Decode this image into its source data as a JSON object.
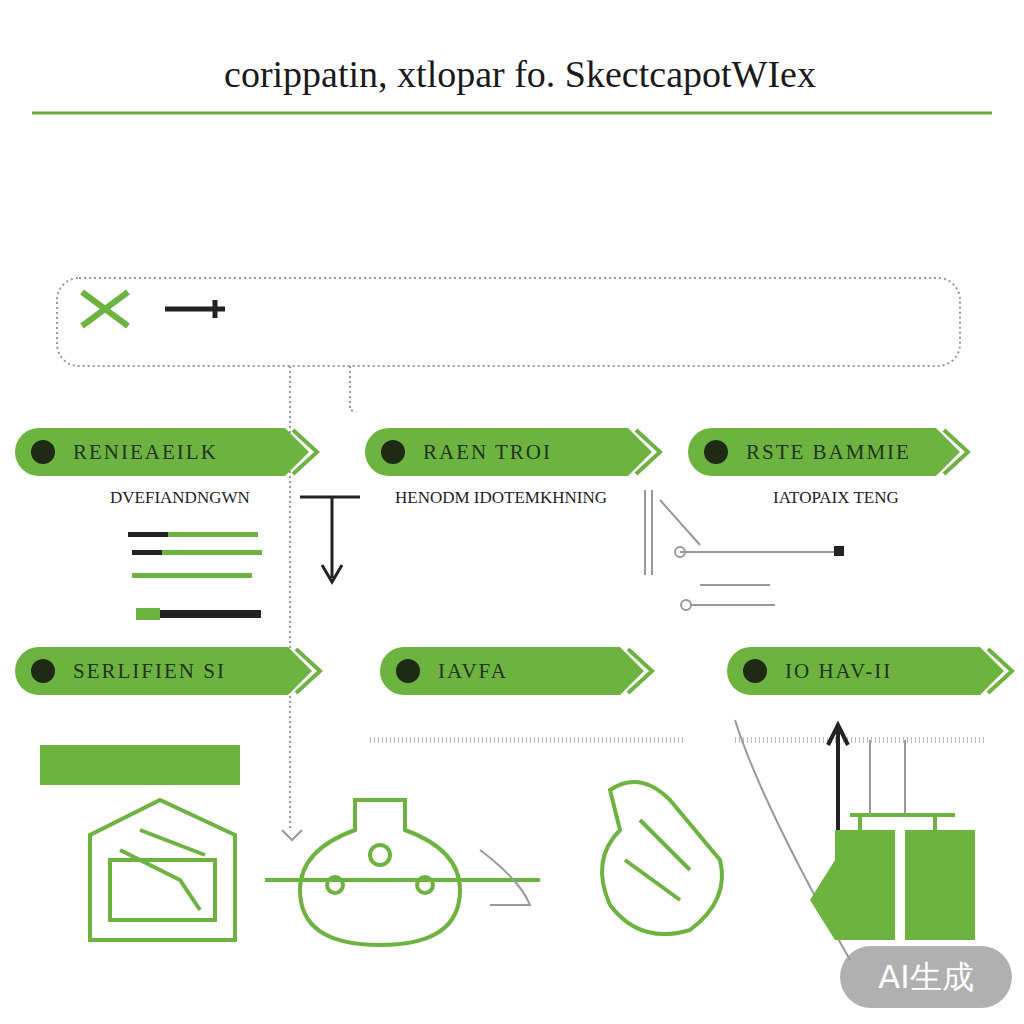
{
  "diagram": {
    "title": "corippatin, xtlopar fo. SkectcapotWIex",
    "nodes": [
      {
        "text": [
          "RENIEAEILK",
          "DVEFIANDNGWN"
        ]
      },
      {
        "text": [
          "RAEN TROI",
          "HENODM IDOTEMKHNING"
        ]
      },
      {
        "text": [
          "RSTE BAMMIE",
          "IATOPAIX TENG"
        ]
      },
      {
        "text": [
          "SERLIFIEN SI"
        ]
      },
      {
        "text": [
          "IAVFA"
        ]
      },
      {
        "text": [
          "IO HAV-II"
        ]
      }
    ],
    "labels": [
      "AI生成"
    ]
  }
}
